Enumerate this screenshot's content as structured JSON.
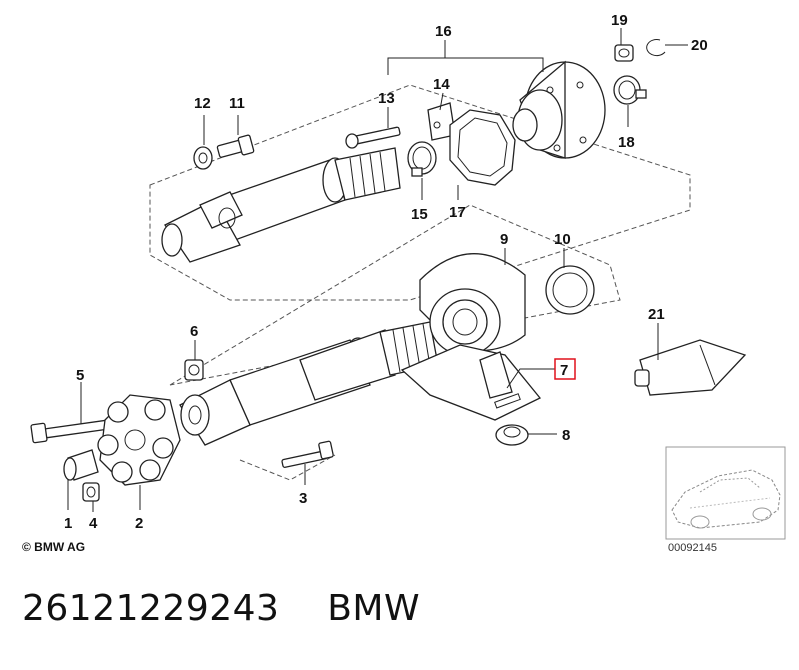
{
  "labels": {
    "p1": "1",
    "p2": "2",
    "p3": "3",
    "p4": "4",
    "p5": "5",
    "p6": "6",
    "p7": "7",
    "p8": "8",
    "p9": "9",
    "p10": "10",
    "p11": "11",
    "p12": "12",
    "p13": "13",
    "p14": "14",
    "p15": "15",
    "p16": "16",
    "p17": "17",
    "p18": "18",
    "p19": "19",
    "p20": "20",
    "p21": "21"
  },
  "highlighted_part": "7",
  "highlight_color": "#e0101c",
  "copyright": "© BMW AG",
  "diagram_code": "00092145",
  "caption": {
    "part_number": "26121229243",
    "brand": "BMW"
  }
}
